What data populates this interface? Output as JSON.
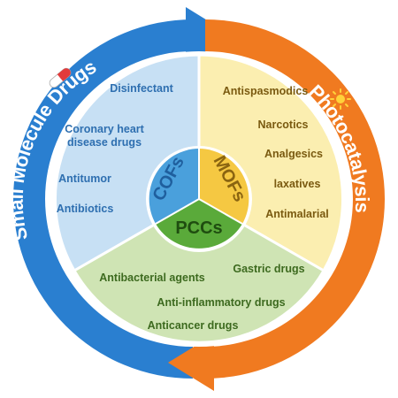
{
  "outer_ring": {
    "left_label": "Small Molecule Drugs",
    "right_label": "Photocatalysis",
    "left_color": "#2a7fd0",
    "right_color": "#f07a20"
  },
  "core": {
    "cofs": "COFs",
    "mofs": "MOFs",
    "pccs": "PCCs"
  },
  "sectors": {
    "cofs": {
      "color": "#c7e0f4",
      "items": [
        "Disinfectant",
        "Coronary heart",
        "disease drugs",
        "Antitumor",
        "Antibiotics"
      ]
    },
    "mofs": {
      "color": "#fbeeb0",
      "items": [
        "Antispasmodics",
        "Narcotics",
        "Analgesics",
        "laxatives",
        "Antimalarial"
      ]
    },
    "pccs": {
      "color": "#cfe4b4",
      "items": [
        "Gastric drugs",
        "Antibacterial agents",
        "Anti-inflammatory drugs",
        "Anticancer drugs"
      ]
    }
  },
  "icons": {
    "left": "pill-capsule-icon",
    "right": "sun-icon"
  }
}
